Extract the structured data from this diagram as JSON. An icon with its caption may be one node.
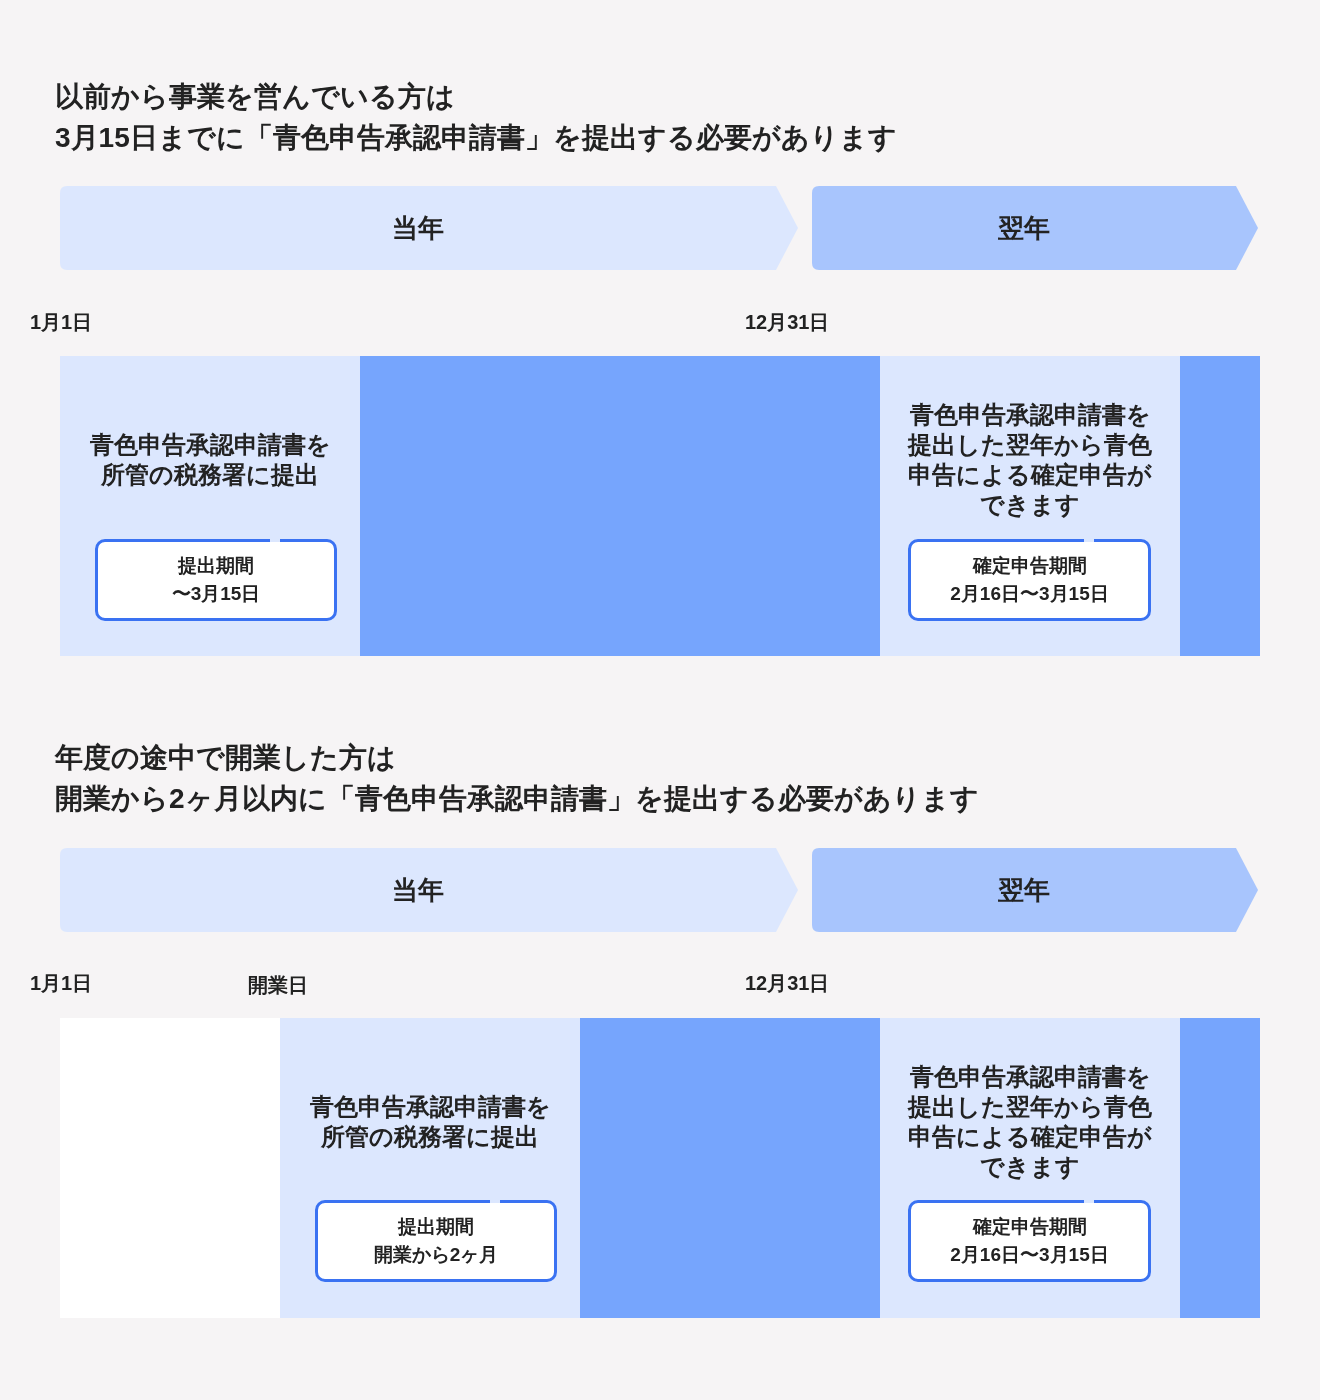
{
  "diagram": {
    "nodes": [
      {
        "text": [
          "当年"
        ]
      },
      {
        "text": [
          "翌年"
        ]
      },
      {
        "text": [
          "青色申告承認申請書を所管の税務署に提出"
        ]
      },
      {
        "text": [
          "提出期間",
          "〜3月15日"
        ],
        "in": 2
      },
      {
        "text": [],
        "shape": "bar"
      },
      {
        "text": [
          "青色申告承認申請書を提出した翌年から青色申告による確定申告ができます"
        ]
      },
      {
        "text": [
          "確定申告期間",
          "2月16日〜3月15日"
        ],
        "in": 5
      },
      {
        "text": [],
        "shape": "bar"
      },
      {
        "text": [
          "当年"
        ]
      },
      {
        "text": [
          "翌年"
        ]
      },
      {
        "text": [],
        "shape": "box"
      },
      {
        "text": [
          "青色申告承認申請書を所管の税務署に提出"
        ]
      },
      {
        "text": [
          "提出期間",
          "開業から2ヶ月"
        ],
        "in": 11
      },
      {
        "text": [],
        "shape": "bar"
      },
      {
        "text": [
          "青色申告承認申請書を提出した翌年から青色申告による確定申告ができます"
        ]
      },
      {
        "text": [
          "確定申告期間",
          "2月16日〜3月15日"
        ],
        "in": 14
      },
      {
        "text": [],
        "shape": "bar"
      }
    ],
    "labels": [
      "以前から事業を営んでいる方は3月15日までに「青色申告承認申請書」を提出する必要があります",
      "1月1日",
      "12月31日",
      "年度の途中で開業した方は開業から2ヶ月以内に「青色申告承認申請書」を提出する必要があります",
      "1月1日",
      "開業日",
      "12月31日"
    ]
  }
}
